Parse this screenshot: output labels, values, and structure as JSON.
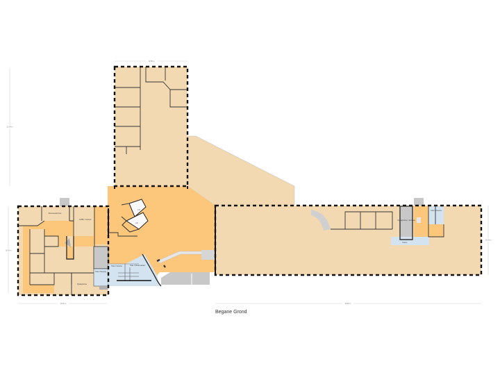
{
  "plan": {
    "floor_name": "Begane Grond",
    "colors": {
      "room_fill": "#f3d9b1",
      "corridor_fill": "#fcc77a",
      "wet_fill": "#d4e3f0",
      "utility_fill": "#c8c8c8",
      "wall": "#222222",
      "dim_line": "#cccccc"
    },
    "dimensions": {
      "top_wing_width": "12.58 m",
      "top_wing_height": "21.84 m",
      "left_wing_height": "16.05 m",
      "left_wing_width": "16.30 m",
      "right_wing_width": "48.85 m",
      "right_wing_height": "12.03 m"
    },
    "rooms": {
      "left_top": "Personeelsruimte",
      "left_top_right": "EHBO / Kantoor",
      "left_bottom": "Opslagruimte",
      "toilet_left": "Toilet / Berging",
      "toilet_center": "Toilet / Douche",
      "toilet_center_right": "Toilet / Mindervaliden",
      "lift_1": "Lift",
      "lift_2": "Lift",
      "right_storage": "Opslagruimte / Techniek",
      "right_pantry": "Pantry",
      "right_wc": "Toilet / Douche"
    }
  }
}
